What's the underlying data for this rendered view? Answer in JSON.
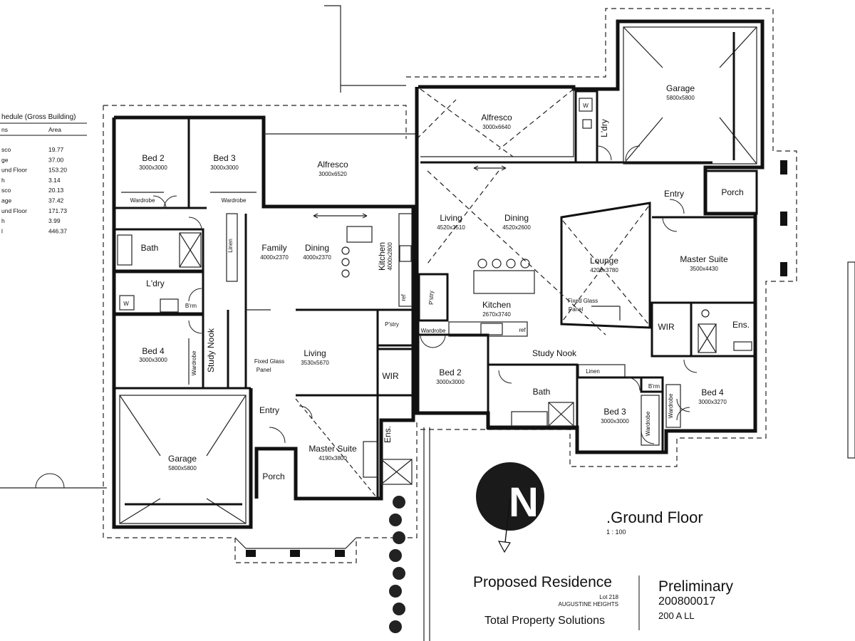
{
  "schedule": {
    "heading": "hedule (Gross Building)",
    "col_name": "ns",
    "col_area": "Area",
    "rows": [
      {
        "name": "sco",
        "area": "19.77"
      },
      {
        "name": "ge",
        "area": "37.00"
      },
      {
        "name": "und Floor",
        "area": "153.20"
      },
      {
        "name": "h",
        "area": "3.14"
      },
      {
        "name": "sco",
        "area": "20.13"
      },
      {
        "name": "age",
        "area": "37.42"
      },
      {
        "name": "und Floor",
        "area": "171.73"
      },
      {
        "name": "h",
        "area": "3.99"
      },
      {
        "name": "l",
        "area": "446.37"
      }
    ]
  },
  "left_house": {
    "bed2": {
      "name": "Bed 2",
      "dim": "3000x3000"
    },
    "bed3": {
      "name": "Bed 3",
      "dim": "3000x3000"
    },
    "wardrobe1": "Wardrobe",
    "wardrobe2": "Wardrobe",
    "alfresco": {
      "name": "Alfresco",
      "dim": "3000x6520"
    },
    "bath": "Bath",
    "linen": "Linen",
    "family": {
      "name": "Family",
      "dim": "4000x2370"
    },
    "dining": {
      "name": "Dining",
      "dim": "4000x2370"
    },
    "kitchen": {
      "name": "Kitchen",
      "dim": "4000x2800"
    },
    "ref": "ref",
    "ldry": "L'dry",
    "brm": "B'rm",
    "w": "W",
    "pstry": "P'stry",
    "bed4": {
      "name": "Bed 4",
      "dim": "3000x3000"
    },
    "wardrobe3": "Wardrobe",
    "study_nook": "Study Nook",
    "fixed_glass": "Fixed Glass",
    "panel": "Panel",
    "living": {
      "name": "Living",
      "dim": "3530x5670"
    },
    "wir": "WIR",
    "garage": {
      "name": "Garage",
      "dim": "5800x5800"
    },
    "entry": "Entry",
    "ens": "Ens.",
    "master": {
      "name": "Master Suite",
      "dim": "4190x3800"
    },
    "porch": "Porch"
  },
  "right_house": {
    "alfresco": {
      "name": "Alfresco",
      "dim": "3000x6640"
    },
    "garage": {
      "name": "Garage",
      "dim": "5800x5800"
    },
    "ldry": "L'dry",
    "w": "W",
    "living": {
      "name": "Living",
      "dim": "4520x3510"
    },
    "dining": {
      "name": "Dining",
      "dim": "4520x2600"
    },
    "entry": "Entry",
    "porch": "Porch",
    "lounge": {
      "name": "Lounge",
      "dim": "4200x3780"
    },
    "master": {
      "name": "Master Suite",
      "dim": "3500x4430"
    },
    "pstry": "P'stry",
    "kitchen": {
      "name": "Kitchen",
      "dim": "2670x3740"
    },
    "fixed_glass": "Fixed Glass",
    "panel": "Panel",
    "wir": "WIR",
    "ens": "Ens.",
    "wardrobe": "Wardrobe",
    "ref": "ref",
    "study_nook": "Study Nook",
    "bed2": {
      "name": "Bed 2",
      "dim": "3000x3000"
    },
    "bath": "Bath",
    "linen": "Linen",
    "bed3": {
      "name": "Bed 3",
      "dim": "3000x3000"
    },
    "brm": "B'rm",
    "wardrobe2": "Wardrobe",
    "wardrobe3": "Wardrobe",
    "bed4": {
      "name": "Bed 4",
      "dim": "3000x3270"
    }
  },
  "north": "N",
  "floor": {
    "title": ".Ground Floor",
    "scale": "1 : 100"
  },
  "titleblock": {
    "project": "Proposed Residence",
    "lot": "Lot 218",
    "location": "AUGUSTINE HEIGHTS",
    "company": "Total Property Solutions",
    "status": "Preliminary",
    "number": "200800017",
    "rev": "200 A LL"
  }
}
